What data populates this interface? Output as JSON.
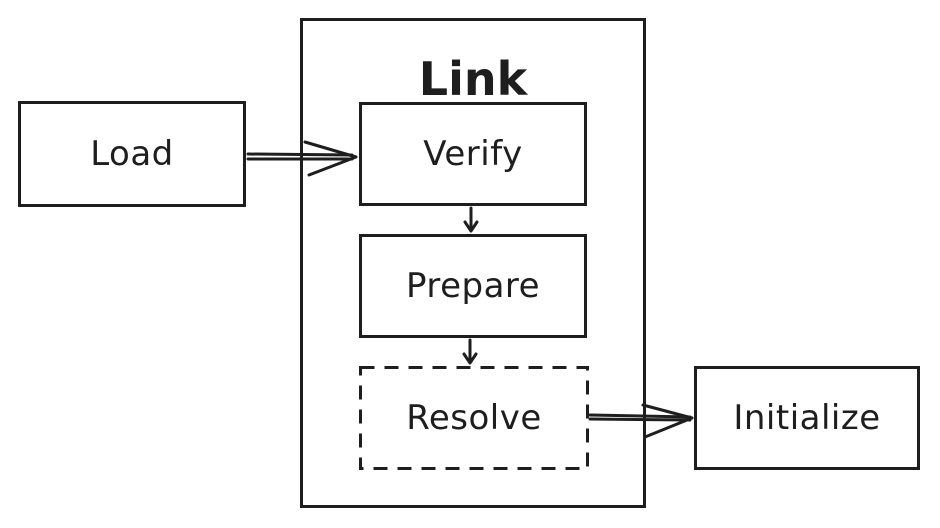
{
  "diagram": {
    "container": {
      "title": "Link"
    },
    "nodes": {
      "load": "Load",
      "verify": "Verify",
      "prepare": "Prepare",
      "resolve": "Resolve",
      "initialize": "Initialize"
    },
    "colors": {
      "stroke": "#1e1e1e",
      "background": "#ffffff"
    }
  }
}
